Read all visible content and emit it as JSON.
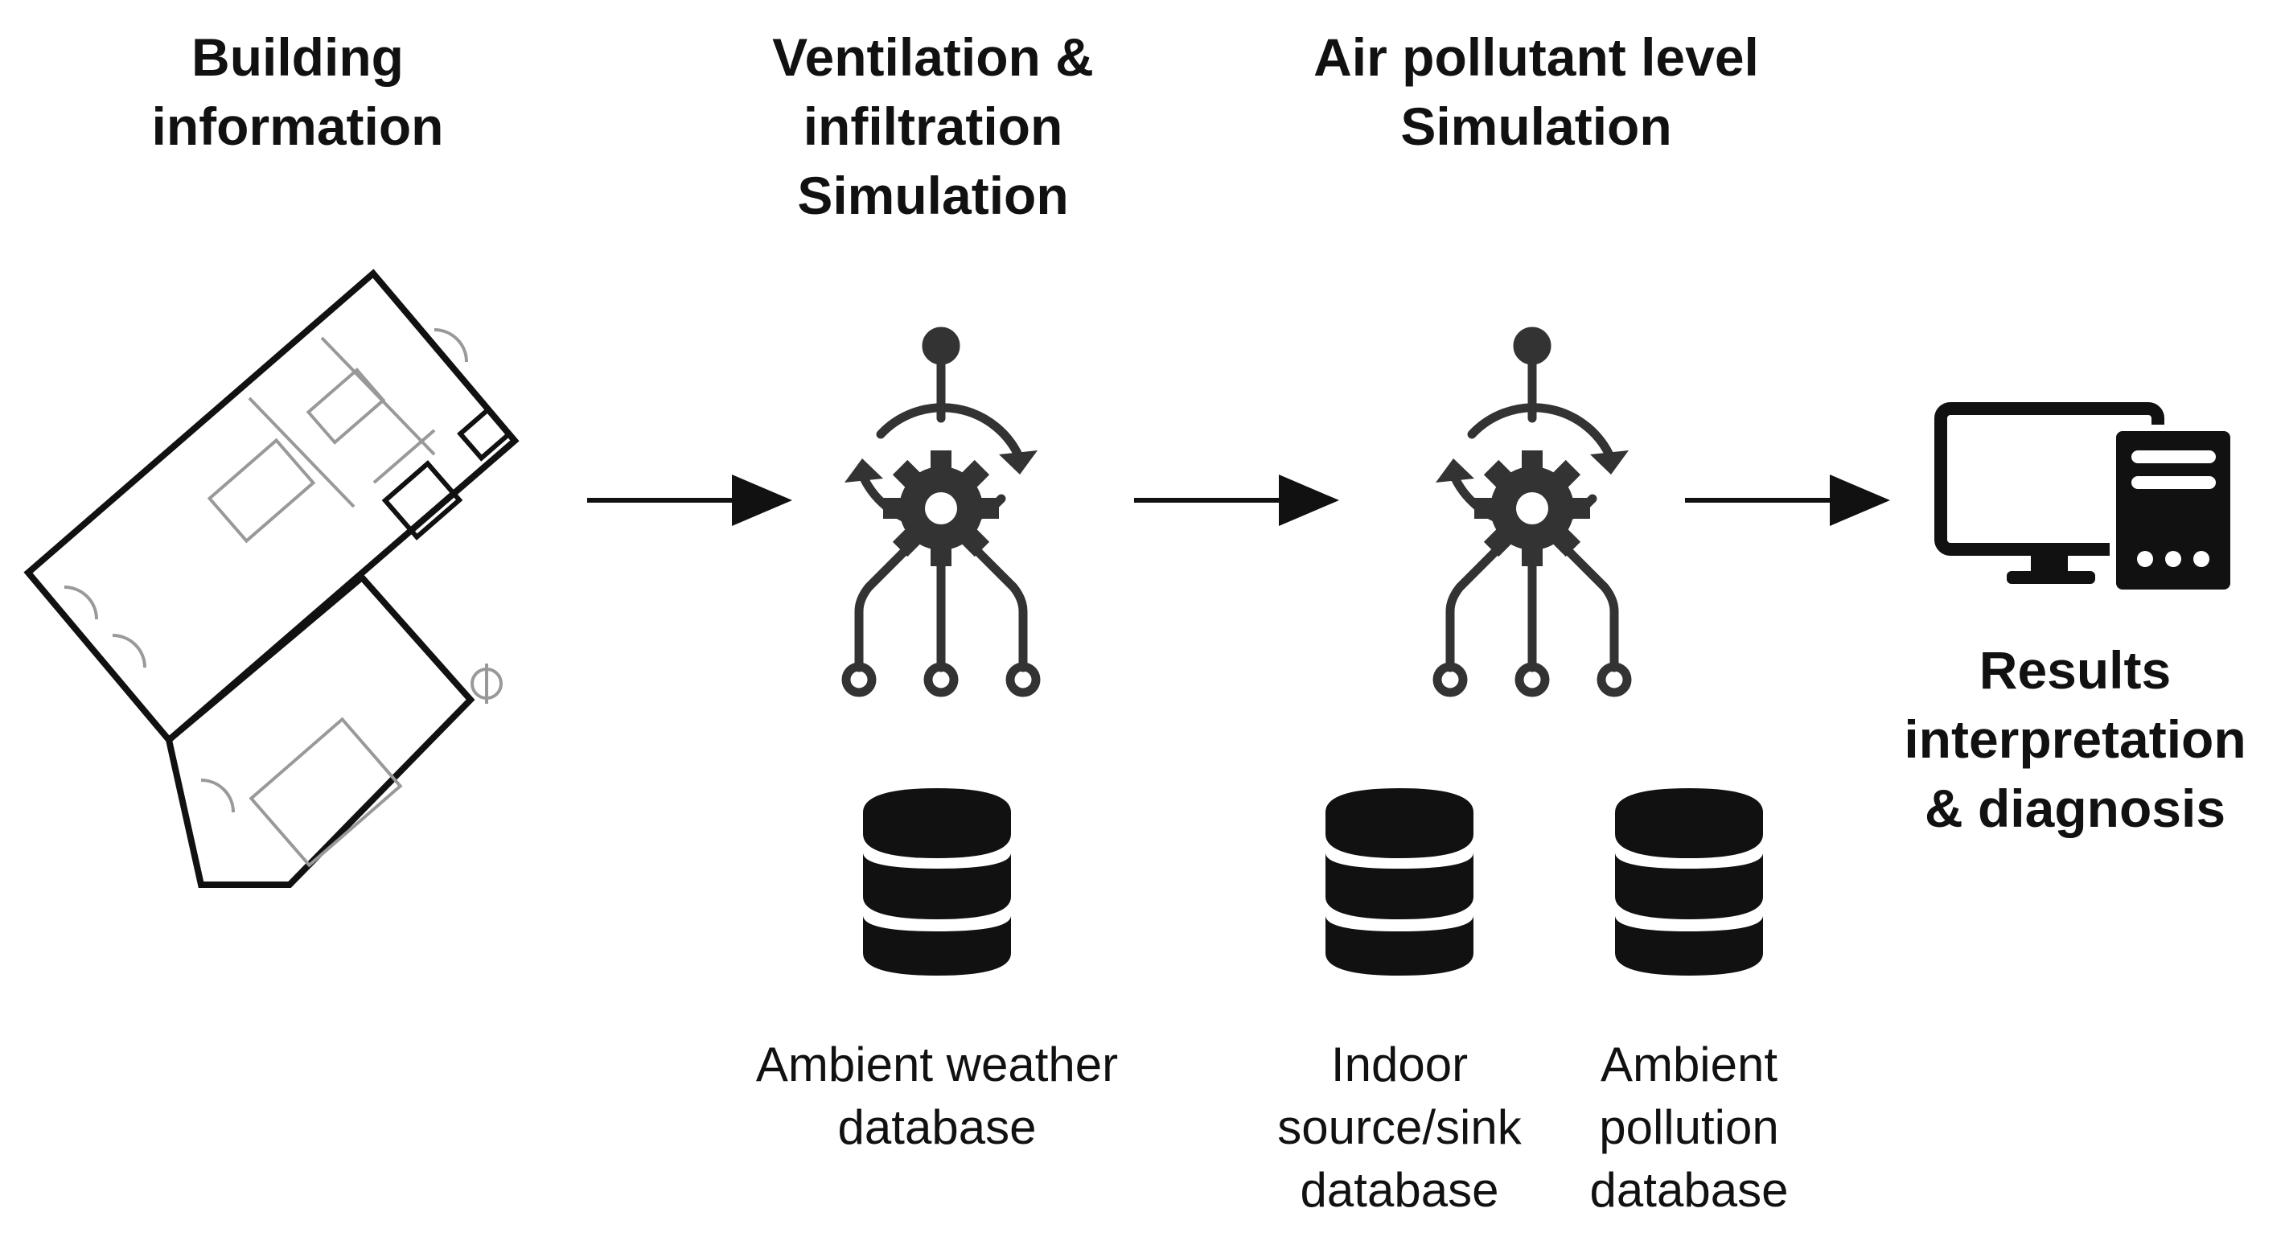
{
  "stages": [
    {
      "title_lines": [
        "Building",
        "information"
      ]
    },
    {
      "title_lines": [
        "Ventilation &",
        "infiltration",
        "Simulation"
      ]
    },
    {
      "title_lines": [
        "Air pollutant level",
        "Simulation"
      ]
    },
    {
      "title_lines": [
        "Results",
        "interpretation",
        "& diagnosis"
      ]
    }
  ],
  "databases": [
    {
      "label_lines": [
        "Ambient weather",
        "database"
      ]
    },
    {
      "label_lines": [
        "Indoor",
        "source/sink",
        "database"
      ]
    },
    {
      "label_lines": [
        "Ambient",
        "pollution",
        "database"
      ]
    }
  ],
  "icons": {
    "floorplan": "floor-plan-icon",
    "process": "gear-process-icon",
    "database": "database-icon",
    "computer": "computer-icon",
    "arrow": "arrow-right-icon"
  },
  "colors": {
    "ink": "#111111",
    "icon": "#333333",
    "plan_light": "#999999"
  }
}
